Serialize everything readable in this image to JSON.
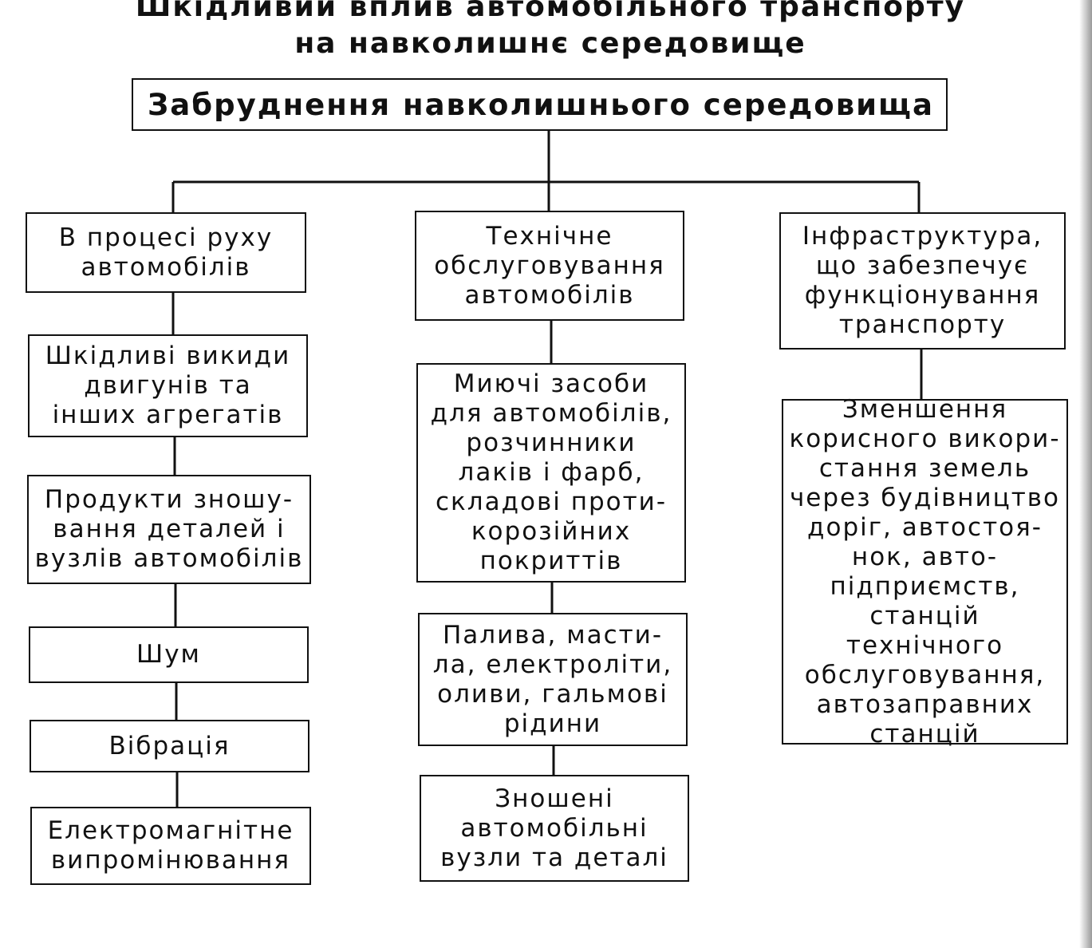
{
  "title": {
    "line1": "Шкідливий вплив автомобільного транспорту",
    "line2": "на навколишнє середовище"
  },
  "root": {
    "label": "Забруднення навколишнього середовища"
  },
  "branches": [
    {
      "label": [
        "В процесі руху",
        "автомобілів"
      ],
      "children": [
        [
          "Шкідливі викиди",
          "двигунів та",
          "інших агрегатів"
        ],
        [
          "Продукти зношу-",
          "вання деталей і",
          "вузлів автомобілів"
        ],
        [
          "Шум"
        ],
        [
          "Вібрація"
        ],
        [
          "Електромагнітне",
          "випромінювання"
        ]
      ]
    },
    {
      "label": [
        "Технічне",
        "обслуговування",
        "автомобілів"
      ],
      "children": [
        [
          "Миючі засоби",
          "для автомобілів,",
          "розчинники",
          "лаків і фарб,",
          "складові проти-",
          "корозійних",
          "покриттів"
        ],
        [
          "Палива, масти-",
          "ла, електроліти,",
          "оливи, гальмові",
          "рідини"
        ],
        [
          "Зношені",
          "автомобільні",
          "вузли та деталі"
        ]
      ]
    },
    {
      "label": [
        "Інфраструктура,",
        "що забезпечує",
        "функціонування",
        "транспорту"
      ],
      "children": [
        [
          "Зменшення",
          "корисного викори-",
          "стання земель",
          "через будівництво",
          "доріг, автостоя-",
          "нок, авто-",
          "підприємств,",
          "станцій технічного",
          "обслуговування,",
          "автозаправних",
          "станцій"
        ]
      ]
    }
  ]
}
